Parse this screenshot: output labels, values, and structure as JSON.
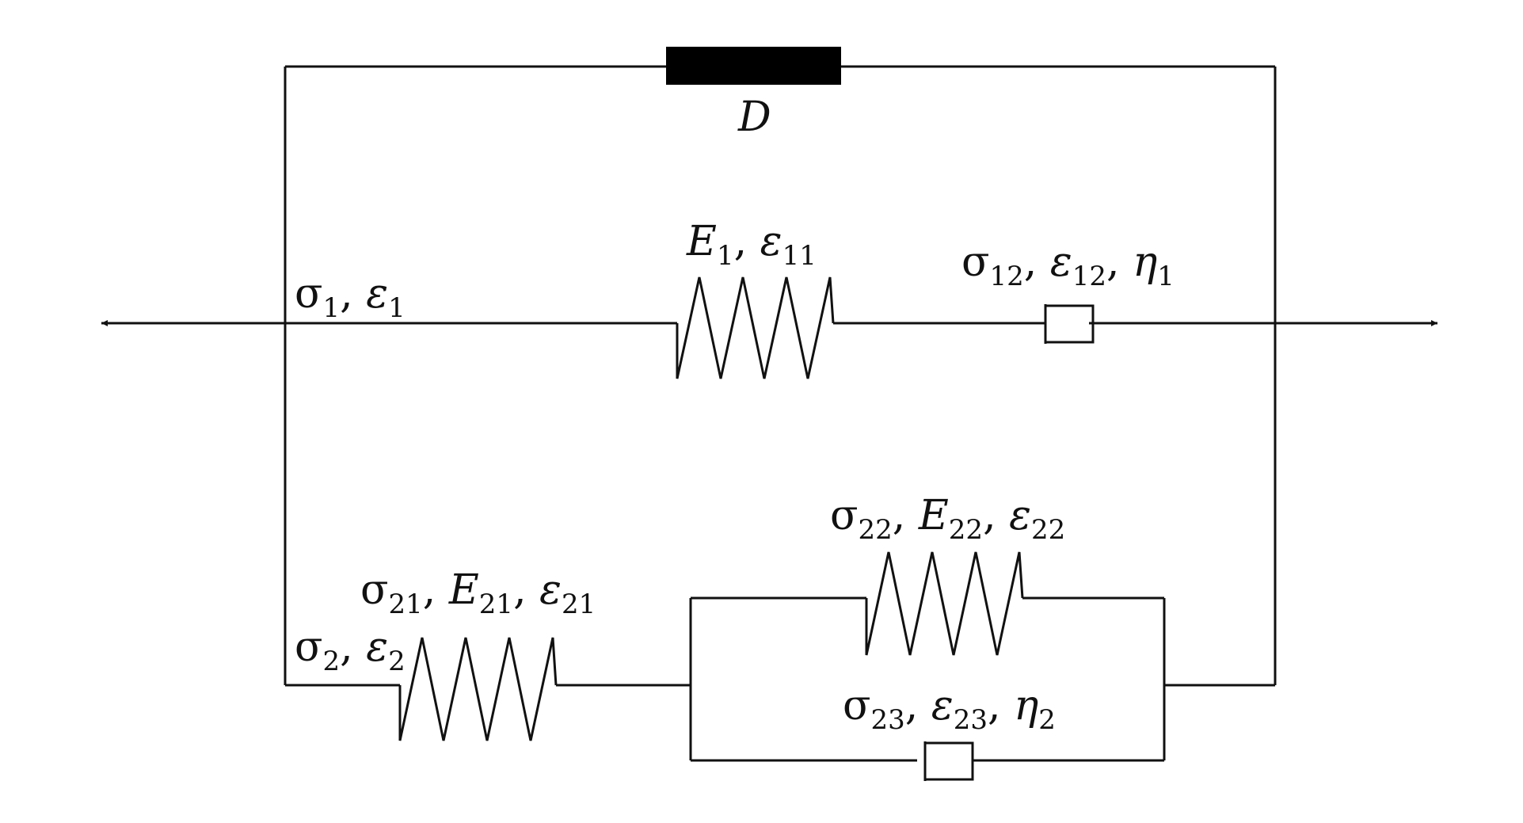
{
  "diagram": {
    "damage_element": {
      "label": "D"
    },
    "branch1": {
      "node_label": {
        "main": "σ",
        "sub": "1",
        "sep": ", ",
        "main2": "ε",
        "sub2": "1"
      },
      "spring_label": {
        "main": "E",
        "sub": "1",
        "sep": ", ",
        "main2": "ε",
        "sub2": "11"
      },
      "dashpot_label": {
        "main": "σ",
        "sub": "12",
        "sep": ", ",
        "main2": "ε",
        "sub2": "12",
        "sep2": ", ",
        "main3": "η",
        "sub3": "1"
      }
    },
    "branch2": {
      "node_label": {
        "main": "σ",
        "sub": "2",
        "sep": ", ",
        "main2": "ε",
        "sub2": "2"
      },
      "spring21_label": {
        "main": "σ",
        "sub": "21",
        "sep": ", ",
        "main2": "E",
        "sub2": "21",
        "sep2": ", ",
        "main3": "ε",
        "sub3": "21"
      },
      "spring22_label": {
        "main": "σ",
        "sub": "22",
        "sep": ", ",
        "main2": "E",
        "sub2": "22",
        "sep2": ", ",
        "main3": "ε",
        "sub3": "22"
      },
      "dashpot23_label": {
        "main": "σ",
        "sub": "23",
        "sep": ", ",
        "main2": "ε",
        "sub2": "23",
        "sep2": ", ",
        "main3": "η",
        "sub3": "2"
      }
    }
  }
}
